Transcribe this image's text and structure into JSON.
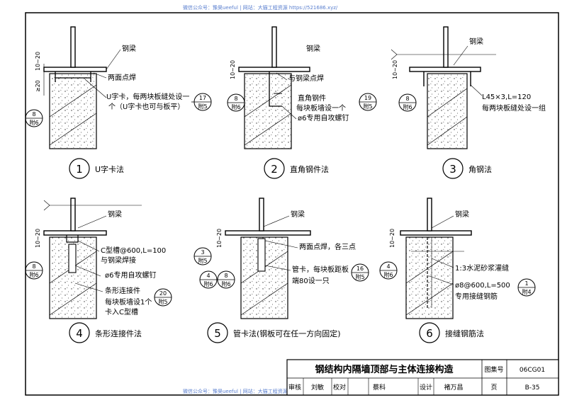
{
  "watermark": {
    "top": "微信公众号：豫昊ueeful | 网站：大猫工程资源 https://521686.xyz/",
    "bottom": "微信公众号：豫昊ueeful | 网站：大猫工程资源 https://521686.xyz/"
  },
  "details": [
    {
      "num": "1",
      "title": "U字卡法",
      "labels": {
        "beam": "钢梁",
        "weld": "两面点焊",
        "note1": "U字卡，每两块板缝处设一",
        "note2": "个（U字卡也可与板平）"
      },
      "ref": {
        "top": "17",
        "bot": "附5"
      },
      "side_ref": {
        "top": "8",
        "bot": "附6"
      },
      "dims": {
        "a": "10~20",
        "b": "≥20"
      }
    },
    {
      "num": "2",
      "title": "直角钢件法",
      "labels": {
        "weld": "与钢梁点焊",
        "angle": "直角钢件",
        "note": "每块板墙设一个",
        "screw": "ø6专用自攻螺钉"
      },
      "ref": {
        "top": "19",
        "bot": "附5"
      },
      "side_ref": {
        "top": "8",
        "bot": "附6"
      },
      "dims": {
        "a": "10~20"
      }
    },
    {
      "num": "3",
      "title": "角钢法",
      "labels": {
        "beam": "钢梁",
        "angle": "L45×3,L=120",
        "note": "每两块板缝处设一组"
      },
      "side_ref": {
        "top": "8",
        "bot": "附6"
      },
      "dims": {
        "a": "10~20"
      }
    },
    {
      "num": "4",
      "title": "条形连接件法",
      "labels": {
        "beam": "钢梁",
        "c1": "C型槽@600,L=100",
        "c2": "与钢梁焊接",
        "screw": "ø6专用自攻螺钉",
        "strip": "条形连接件",
        "n1": "每块板墙设1个",
        "n2": "卡入C型槽"
      },
      "ref1": {
        "top": "3",
        "bot": "附5"
      },
      "ref2": {
        "top": "20",
        "bot": "附5"
      },
      "side_ref": {
        "top": "8",
        "bot": "附6"
      },
      "dims": {
        "a": "10~20"
      }
    },
    {
      "num": "5",
      "title": "管卡法(钢板可在任一方向固定)",
      "labels": {
        "beam": "钢梁",
        "weld": "两面点焊，各三点",
        "pipe": "管卡，每块板距板",
        "pipe2": "端80设一只"
      },
      "ref": {
        "top": "16",
        "bot": "附5"
      },
      "side_ref1": {
        "top": "4",
        "bot": "附6"
      },
      "side_ref2": {
        "top": "8",
        "bot": "附6"
      },
      "dims": {
        "a": "10~20"
      }
    },
    {
      "num": "6",
      "title": "接缝钢筋法",
      "labels": {
        "beam": "钢梁",
        "mortar": "1:3水泥砂浆灌缝",
        "bar": "ø8@600,L=500",
        "bar2": "专用接缝钢筋"
      },
      "ref": {
        "top": "1",
        "bot": "附4"
      },
      "side_ref": {
        "top": "4",
        "bot": "附6"
      },
      "dims": {
        "a": "10~20"
      }
    }
  ],
  "titleblock": {
    "title": "钢结构内隔墙顶部与主体连接构造",
    "atlas_label": "图集号",
    "atlas_no": "06CG01",
    "page_label": "页",
    "page_no": "B-35",
    "row": [
      "审核",
      "刘敏",
      "校对",
      "蔡科",
      "设计",
      "褚万昌"
    ]
  }
}
